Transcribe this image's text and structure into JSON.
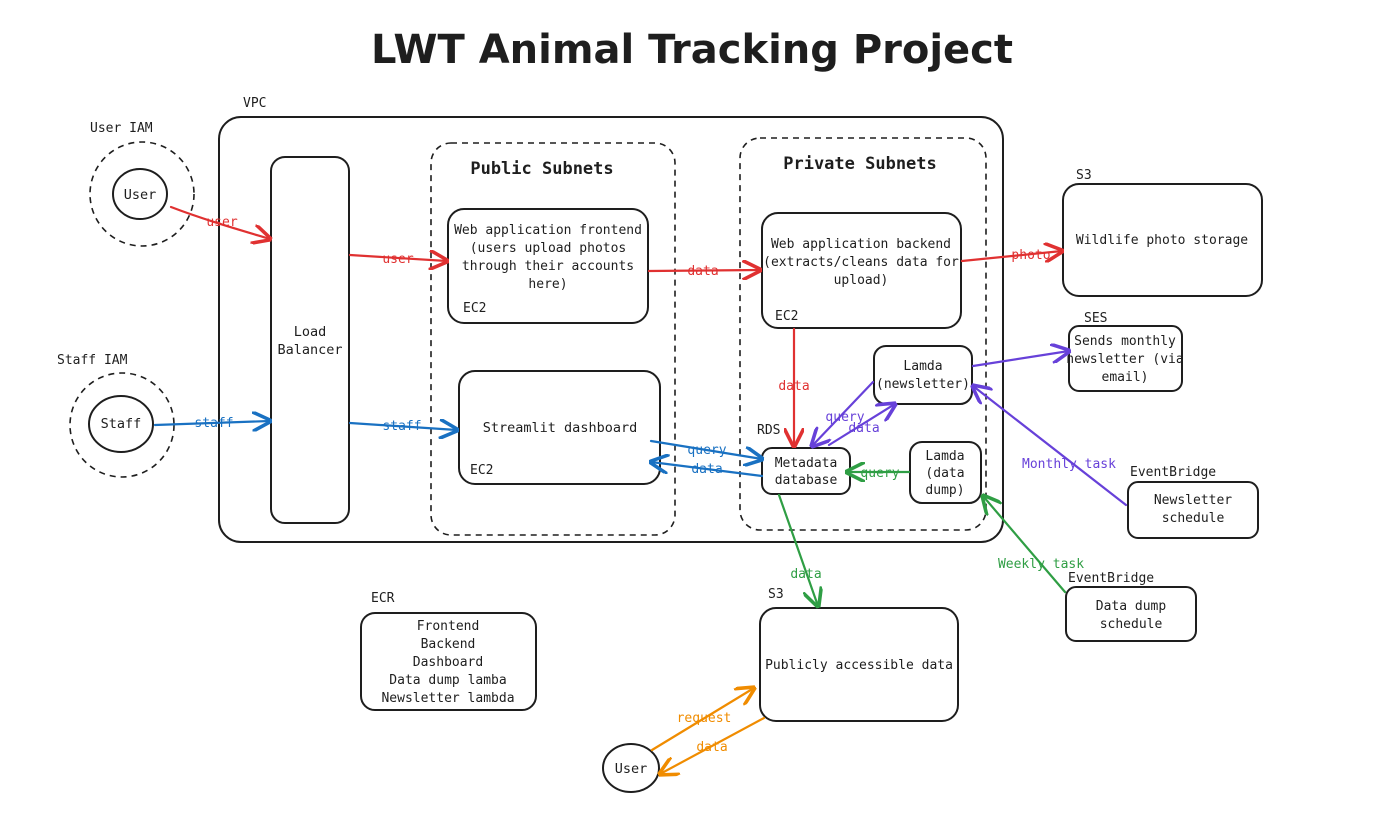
{
  "title": "LWT Animal Tracking Project",
  "colors": {
    "red": "#e03131",
    "blue": "#1971c2",
    "purple": "#6741d9",
    "green": "#2f9e44",
    "orange": "#f08c00"
  },
  "groups": {
    "vpc": "VPC",
    "public_subnets": "Public Subnets",
    "private_subnets": "Private Subnets",
    "user_iam": "User IAM",
    "staff_iam": "Staff IAM"
  },
  "nodes": {
    "user": "User",
    "staff": "Staff",
    "load_balancer": [
      "Load",
      "Balancer"
    ],
    "frontend": [
      "Web application frontend",
      "(users upload photos",
      "through their accounts",
      "here)"
    ],
    "frontend_tag": "EC2",
    "dashboard": "Streamlit dashboard",
    "dashboard_tag": "EC2",
    "backend": [
      "Web application backend",
      "(extracts/cleans data for",
      "upload)"
    ],
    "backend_tag": "EC2",
    "lambda_newsletter": [
      "Lamda",
      "(newsletter)"
    ],
    "lambda_dump": [
      "Lamda",
      "(data",
      "dump)"
    ],
    "rds_tag": "RDS",
    "metadata_db": [
      "Metadata",
      "database"
    ],
    "s3_photos_tag": "S3",
    "s3_photos": "Wildlife photo storage",
    "ses_tag": "SES",
    "ses": [
      "Sends monthly",
      "newsletter (via",
      "email)"
    ],
    "eb_newsletter_tag": "EventBridge",
    "eb_newsletter": [
      "Newsletter",
      "schedule"
    ],
    "eb_dump_tag": "EventBridge",
    "eb_dump": [
      "Data dump",
      "schedule"
    ],
    "ecr_tag": "ECR",
    "ecr": [
      "Frontend",
      "Backend",
      "Dashboard",
      "Data dump lamba",
      "Newsletter lambda"
    ],
    "s3_public_tag": "S3",
    "s3_public": "Publicly accessible data",
    "public_user": "User"
  },
  "edges": {
    "user_to_lb": "user",
    "lb_to_frontend": "user",
    "staff_to_lb": "staff",
    "lb_to_dashboard": "staff",
    "frontend_to_backend": "data",
    "backend_to_s3": "photo",
    "backend_to_db": "data",
    "dash_query": "query",
    "dash_data": "data",
    "newsletter_query": "query",
    "newsletter_data": "data",
    "dump_query": "query",
    "monthly_task": "Monthly task",
    "weekly_task": "Weekly task",
    "db_to_public_s3": "data",
    "public_request": "request",
    "public_data": "data"
  }
}
